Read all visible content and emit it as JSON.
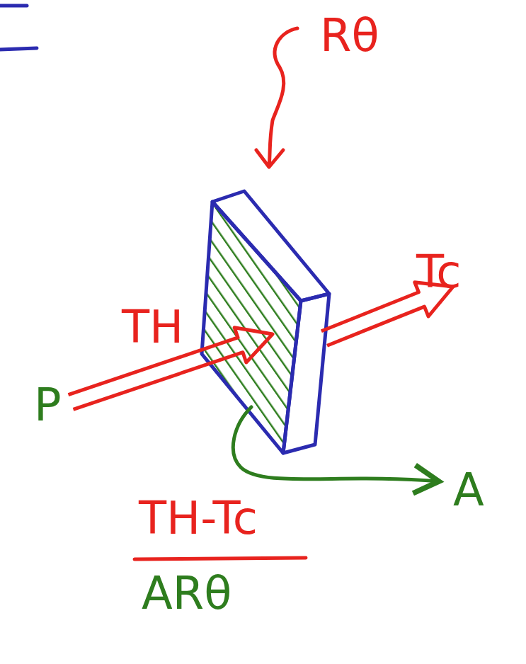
{
  "diagram": {
    "labels": [
      "Rθ",
      "Tc",
      "TH",
      "P",
      "A",
      "TH-Tc",
      "ARθ"
    ]
  }
}
